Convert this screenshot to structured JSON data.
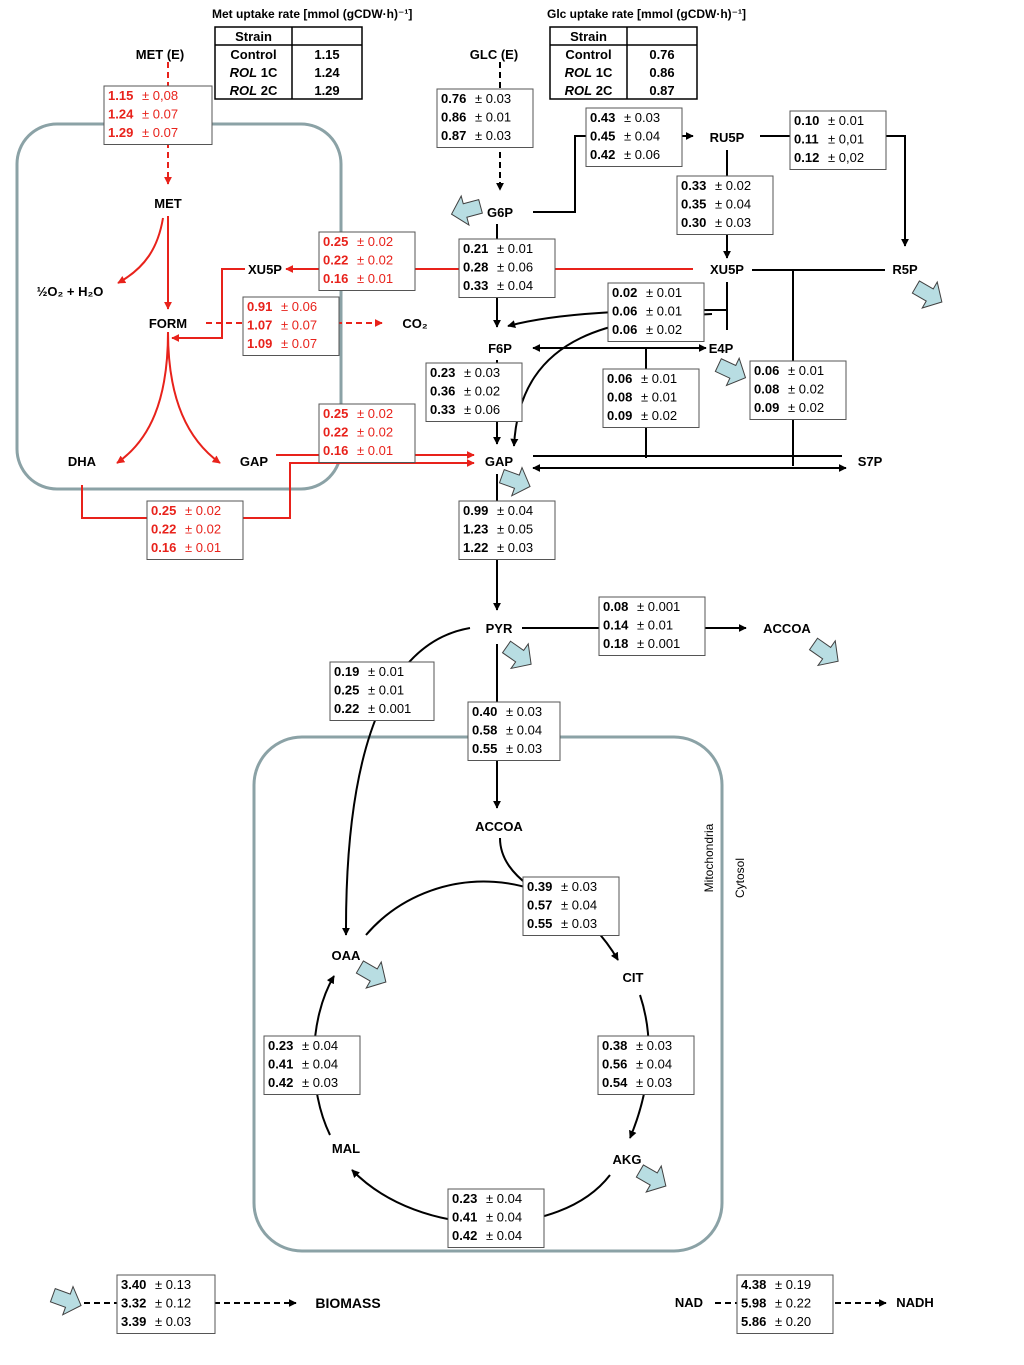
{
  "colors": {
    "black": "#000000",
    "red": "#e8221b",
    "compartment": "#8ba2a6",
    "drain": "#b8dde2",
    "drain_stroke": "#404040"
  },
  "uptake_tables": [
    {
      "title": "Met uptake rate [mmol (gCDW·h)⁻¹]",
      "header": [
        "Strain",
        ""
      ],
      "rows": [
        {
          "strain": "Control",
          "italic": "",
          "rest": "",
          "value": "1.15"
        },
        {
          "strain": "",
          "italic": "ROL",
          "rest": " 1C",
          "value": "1.24"
        },
        {
          "strain": "",
          "italic": "ROL",
          "rest": " 2C",
          "value": "1.29"
        }
      ]
    },
    {
      "title": "Glc uptake rate [mmol (gCDW·h)⁻¹]",
      "header": [
        "Strain",
        ""
      ],
      "rows": [
        {
          "strain": "Control",
          "italic": "",
          "rest": "",
          "value": "0.76"
        },
        {
          "strain": "",
          "italic": "ROL",
          "rest": " 1C",
          "value": "0.86"
        },
        {
          "strain": "",
          "italic": "ROL",
          "rest": " 2C",
          "value": "0.87"
        }
      ]
    }
  ],
  "metabolites": {
    "met_e": "MET (E)",
    "met": "MET",
    "o2_h2o": "½O₂ + H₂O",
    "form": "FORM",
    "co2": "CO₂",
    "xu5p_perox": "XU5P",
    "dha": "DHA",
    "gap_perox": "GAP",
    "glc_e": "GLC (E)",
    "g6p": "G6P",
    "ru5p": "RU5P",
    "xu5p": "XU5P",
    "r5p": "R5P",
    "f6p": "F6P",
    "e4p": "E4P",
    "gap": "GAP",
    "s7p": "S7P",
    "pyr": "PYR",
    "accoa_cyt": "ACCOA",
    "accoa_mit": "ACCOA",
    "oaa": "OAA",
    "cit": "CIT",
    "akg": "AKG",
    "mal": "MAL",
    "biomass": "BIOMASS",
    "nad": "NAD",
    "nadh": "NADH"
  },
  "compartment_labels": {
    "mitochondria": "Mitochondria",
    "cytosol": "Cytosol"
  },
  "fluxes": [
    {
      "id": "met_uptake",
      "color": "red",
      "rows": [
        [
          "1.15",
          "± 0,08"
        ],
        [
          "1.24",
          "± 0.07"
        ],
        [
          "1.29",
          "± 0.07"
        ]
      ]
    },
    {
      "id": "xu5p_transfer",
      "color": "red",
      "rows": [
        [
          "0.25",
          "± 0.02"
        ],
        [
          "0.22",
          "± 0.02"
        ],
        [
          "0.16",
          "± 0.01"
        ]
      ]
    },
    {
      "id": "form_co2",
      "color": "red",
      "rows": [
        [
          "0.91",
          "± 0.06"
        ],
        [
          "1.07",
          "± 0.07"
        ],
        [
          "1.09",
          "± 0.07"
        ]
      ]
    },
    {
      "id": "gap_transfer",
      "color": "red",
      "rows": [
        [
          "0.25",
          "± 0.02"
        ],
        [
          "0.22",
          "± 0.02"
        ],
        [
          "0.16",
          "± 0.01"
        ]
      ]
    },
    {
      "id": "dha_transfer",
      "color": "red",
      "rows": [
        [
          "0.25",
          "± 0.02"
        ],
        [
          "0.22",
          "± 0.02"
        ],
        [
          "0.16",
          "± 0.01"
        ]
      ]
    },
    {
      "id": "glc_uptake",
      "color": "black",
      "rows": [
        [
          "0.76",
          "± 0.03"
        ],
        [
          "0.86",
          "± 0.01"
        ],
        [
          "0.87",
          "± 0.03"
        ]
      ]
    },
    {
      "id": "g6p_ru5p",
      "color": "black",
      "rows": [
        [
          "0.43",
          "± 0.03"
        ],
        [
          "0.45",
          "± 0.04"
        ],
        [
          "0.42",
          "± 0.06"
        ]
      ]
    },
    {
      "id": "ru5p_r5p",
      "color": "black",
      "rows": [
        [
          "0.10",
          "± 0.01"
        ],
        [
          "0.11",
          "± 0,01"
        ],
        [
          "0.12",
          "± 0,02"
        ]
      ]
    },
    {
      "id": "ru5p_xu5p",
      "color": "black",
      "rows": [
        [
          "0.33",
          "± 0.02"
        ],
        [
          "0.35",
          "± 0.04"
        ],
        [
          "0.30",
          "± 0.03"
        ]
      ]
    },
    {
      "id": "g6p_f6p",
      "color": "black",
      "rows": [
        [
          "0.21",
          "± 0.01"
        ],
        [
          "0.28",
          "± 0.06"
        ],
        [
          "0.33",
          "± 0.04"
        ]
      ]
    },
    {
      "id": "tkt1",
      "color": "black",
      "rows": [
        [
          "0.02",
          "± 0.01"
        ],
        [
          "0.06",
          "± 0.01"
        ],
        [
          "0.06",
          "± 0.02"
        ]
      ]
    },
    {
      "id": "f6p_gap",
      "color": "black",
      "rows": [
        [
          "0.23",
          "± 0.03"
        ],
        [
          "0.36",
          "± 0.02"
        ],
        [
          "0.33",
          "± 0.06"
        ]
      ]
    },
    {
      "id": "tal",
      "color": "black",
      "rows": [
        [
          "0.06",
          "± 0.01"
        ],
        [
          "0.08",
          "± 0.01"
        ],
        [
          "0.09",
          "± 0.02"
        ]
      ]
    },
    {
      "id": "tkt2",
      "color": "black",
      "rows": [
        [
          "0.06",
          "± 0.01"
        ],
        [
          "0.08",
          "± 0.02"
        ],
        [
          "0.09",
          "± 0.02"
        ]
      ]
    },
    {
      "id": "gap_pyr",
      "color": "black",
      "rows": [
        [
          "0.99",
          "± 0.04"
        ],
        [
          "1.23",
          "± 0.05"
        ],
        [
          "1.22",
          "± 0.03"
        ]
      ]
    },
    {
      "id": "pyr_accoa_cyt",
      "color": "black",
      "rows": [
        [
          "0.08",
          "± 0.001"
        ],
        [
          "0.14",
          "± 0.01"
        ],
        [
          "0.18",
          "± 0.001"
        ]
      ]
    },
    {
      "id": "pyr_oaa",
      "color": "black",
      "rows": [
        [
          "0.19",
          "± 0.01"
        ],
        [
          "0.25",
          "± 0.01"
        ],
        [
          "0.22",
          "± 0.001"
        ]
      ]
    },
    {
      "id": "pyr_accoa_mit",
      "color": "black",
      "rows": [
        [
          "0.40",
          "± 0.03"
        ],
        [
          "0.58",
          "± 0.04"
        ],
        [
          "0.55",
          "± 0.03"
        ]
      ]
    },
    {
      "id": "cit_synthase",
      "color": "black",
      "rows": [
        [
          "0.39",
          "± 0.03"
        ],
        [
          "0.57",
          "± 0.04"
        ],
        [
          "0.55",
          "± 0.03"
        ]
      ]
    },
    {
      "id": "cit_akg",
      "color": "black",
      "rows": [
        [
          "0.38",
          "± 0.03"
        ],
        [
          "0.56",
          "± 0.04"
        ],
        [
          "0.54",
          "± 0.03"
        ]
      ]
    },
    {
      "id": "akg_mal",
      "color": "black",
      "rows": [
        [
          "0.23",
          "± 0.04"
        ],
        [
          "0.41",
          "± 0.04"
        ],
        [
          "0.42",
          "± 0.04"
        ]
      ]
    },
    {
      "id": "mal_oaa",
      "color": "black",
      "rows": [
        [
          "0.23",
          "± 0.04"
        ],
        [
          "0.41",
          "± 0.04"
        ],
        [
          "0.42",
          "± 0.03"
        ]
      ]
    },
    {
      "id": "biomass",
      "color": "black",
      "rows": [
        [
          "3.40",
          "± 0.13"
        ],
        [
          "3.32",
          "± 0.12"
        ],
        [
          "3.39",
          "± 0.03"
        ]
      ]
    },
    {
      "id": "nadh",
      "color": "black",
      "rows": [
        [
          "4.38",
          "± 0.19"
        ],
        [
          "5.98",
          "± 0.22"
        ],
        [
          "5.86",
          "± 0.20"
        ]
      ]
    }
  ]
}
